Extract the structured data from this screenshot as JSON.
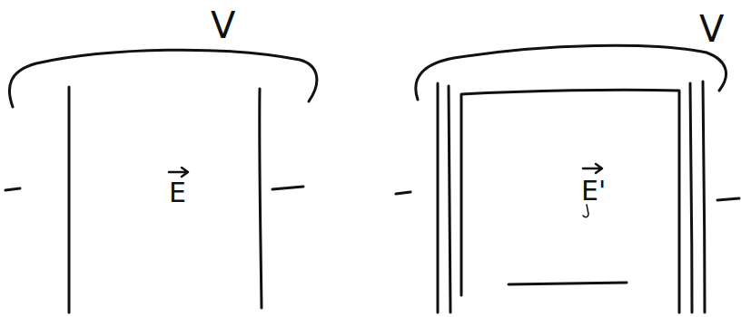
{
  "diagram": {
    "labels": [
      "V",
      "E",
      "V",
      "E'"
    ]
  }
}
